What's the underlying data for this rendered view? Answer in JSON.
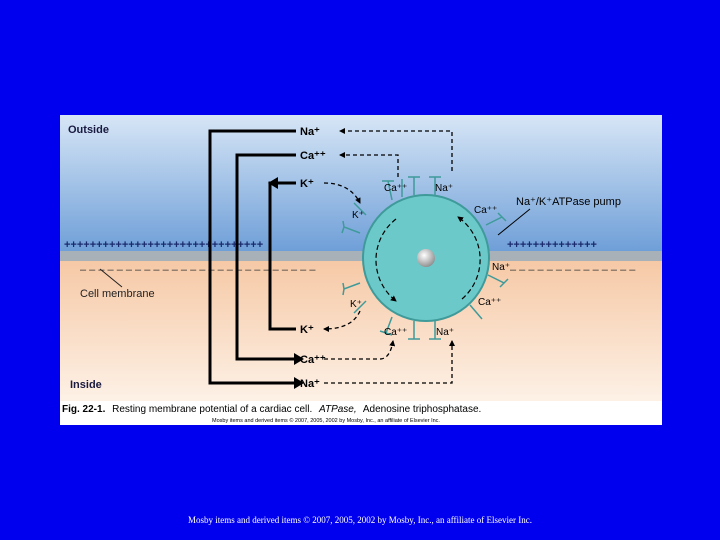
{
  "figure": {
    "outside_label": "Outside",
    "inside_label": "Inside",
    "membrane_label": "Cell membrane",
    "pump_label": "Na⁺/K⁺ATPase pump",
    "ions": {
      "na_out": "Na⁺",
      "ca_out": "Ca⁺⁺",
      "k_out": "K⁺",
      "k_in": "K⁺",
      "ca_in": "Ca⁺⁺",
      "na_in": "Na⁺"
    },
    "cell_ions": {
      "ca_top": "Ca⁺⁺",
      "na_top": "Na⁺",
      "k_upper": "K⁺",
      "ca_right_upper": "Ca⁺⁺",
      "na_right": "Na⁺",
      "k_lower": "K⁺",
      "ca_right_lower": "Ca⁺⁺",
      "ca_bottom": "Ca⁺⁺",
      "na_bottom": "Na⁺"
    },
    "caption_prefix": "Fig. 22-1.",
    "caption_main": "Resting membrane potential of a cardiac cell.",
    "caption_term": "ATPase,",
    "caption_def": "Adenosine triphosphatase.",
    "caption_credit": "Mosby items and derived items © 2007, 2005, 2002 by Mosby, Inc., an affiliate of Elsevier Inc.",
    "colors": {
      "outside_blue": "#6f9fd8",
      "inside_peach": "#fbdcc4",
      "membrane": "#a8b0b8",
      "cell": "#6cc9c9",
      "cell_border": "#3f9a9a"
    }
  },
  "footer": {
    "copyright": "Mosby items and derived items © 2007, 2005, 2002 by Mosby, Inc., an affiliate of Elsevier Inc."
  }
}
